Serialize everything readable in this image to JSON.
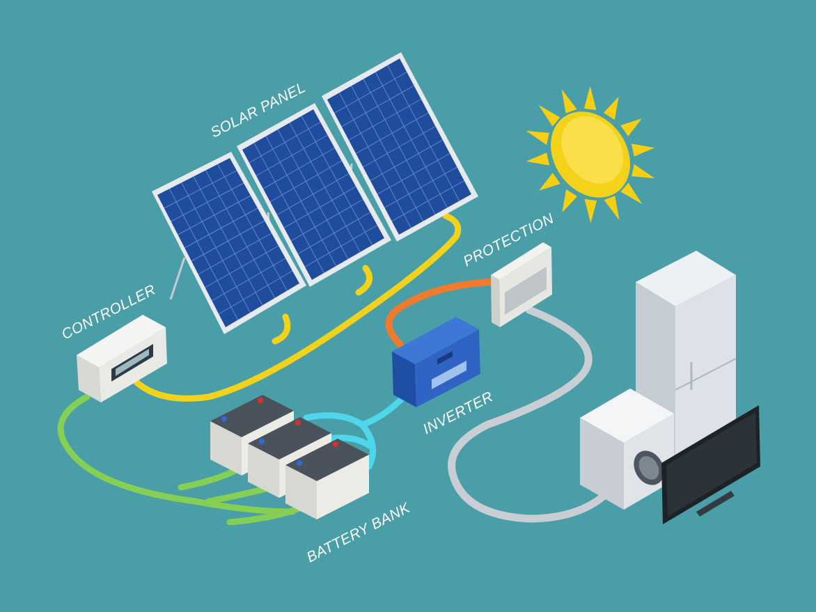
{
  "labels": {
    "solar_panel": "SOLAR PANEL",
    "controller": "CONTROLLER",
    "protection": "PROTECTION",
    "inverter": "INVERTER",
    "battery_bank": "BATTERY BANK"
  },
  "colors": {
    "background": "#4a9ea7",
    "panel_cells": "#1f4c9c",
    "dc_wire": "#f2d21b",
    "battery_wire": "#86cf55",
    "inverter_wire": "#4fd6ea",
    "ac_wire": "#f07b2c",
    "load_wire": "#c8ced3",
    "sun": "#f7cf12"
  },
  "icons": [
    "solar-panel-icon",
    "sun-icon",
    "controller-icon",
    "battery-icon",
    "inverter-icon",
    "protection-box-icon",
    "refrigerator-icon",
    "washing-machine-icon",
    "tv-icon"
  ]
}
